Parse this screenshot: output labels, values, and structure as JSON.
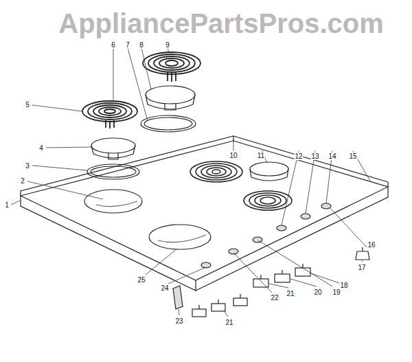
{
  "diagram": {
    "labels": [
      "AppliancePartsPros.com",
      "6",
      "7",
      "8",
      "9",
      "5",
      "4",
      "3",
      "2",
      "1",
      "10",
      "11",
      "12",
      "13",
      "14",
      "15",
      "16",
      "17",
      "18",
      "19",
      "20",
      "21",
      "22",
      "21",
      "23",
      "24",
      "25"
    ]
  }
}
